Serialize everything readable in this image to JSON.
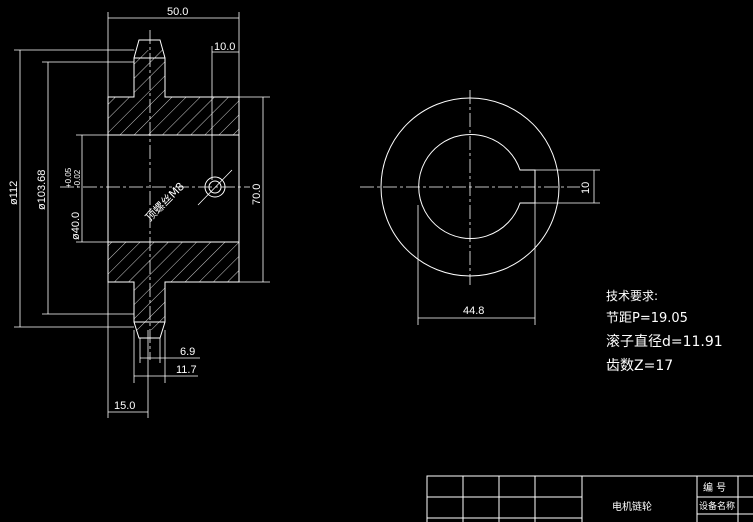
{
  "dimensions": {
    "width_top": "50.0",
    "keyway_depth": "10.0",
    "outer_diameter": "ø112",
    "pitch_diameter": "ø103.68",
    "bore_diameter": "ø40.0",
    "bore_tol_upper": "+0.05",
    "bore_tol_lower": "-0.02",
    "hub_diameter": "70.0",
    "tooth_width_1": "6.9",
    "tooth_width_2": "11.7",
    "hub_offset": "15.0",
    "key_height": "10",
    "bore_to_key": "44.8"
  },
  "callout": "顶螺丝M8",
  "tech_requirements": {
    "title": "技术要求:",
    "pitch": "节距P=19.05",
    "roller": "滚子直径d=11.91",
    "teeth": "齿数Z=17"
  },
  "title_block": {
    "part_name": "电机链轮",
    "number_label": "编  号",
    "device_label": "设备名称"
  },
  "colors": {
    "background": "#000000",
    "lines": "#ffffff"
  }
}
